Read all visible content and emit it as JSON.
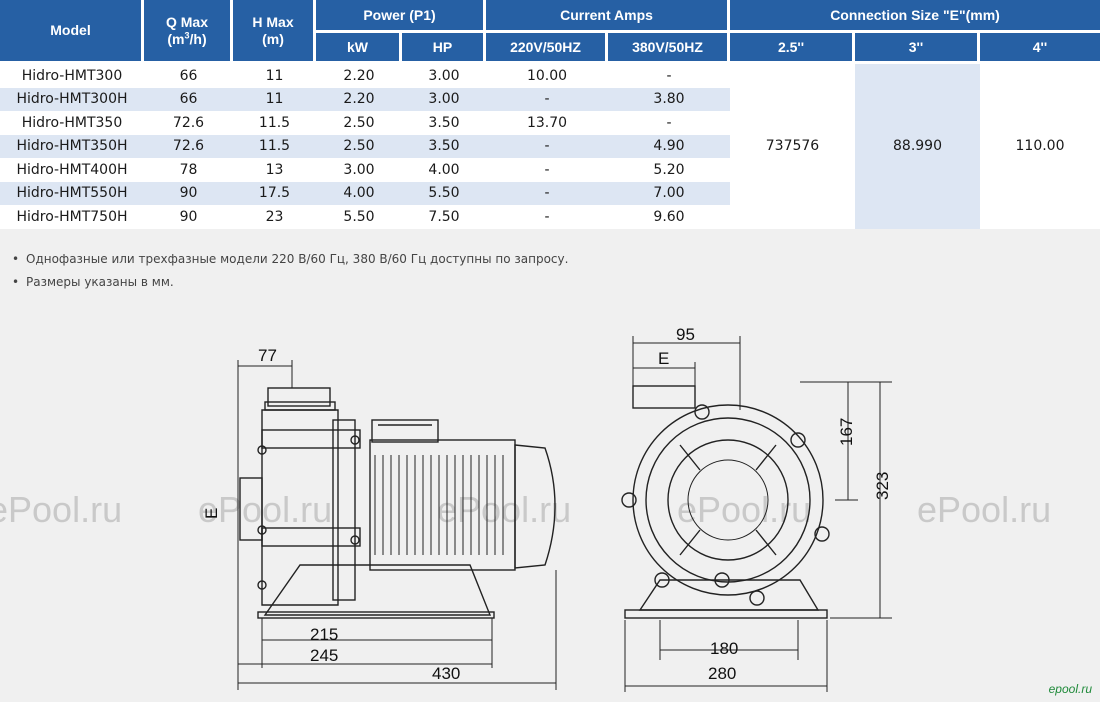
{
  "table": {
    "headers": {
      "model": "Model",
      "qmax": "Q Max",
      "qmax_unit_pre": "(m",
      "qmax_unit_sup": "3",
      "qmax_unit_post": "/h)",
      "hmax": "H Max",
      "hmax_unit": "(m)",
      "power": "Power (P1)",
      "kw": "kW",
      "hp": "HP",
      "amps": "Current Amps",
      "v220": "220V/50HZ",
      "v380": "380V/50HZ",
      "connection": "Connection Size \"E\"(mm)",
      "c25": "2.5''",
      "c3": "3''",
      "c4": "4''"
    },
    "rows": [
      {
        "model": "Hidro-HMT300",
        "q": "66",
        "h": "11",
        "kw": "2.20",
        "hp": "3.00",
        "a220": "10.00",
        "a380": "-"
      },
      {
        "model": "Hidro-HMT300H",
        "q": "66",
        "h": "11",
        "kw": "2.20",
        "hp": "3.00",
        "a220": "-",
        "a380": "3.80"
      },
      {
        "model": "Hidro-HMT350",
        "q": "72.6",
        "h": "11.5",
        "kw": "2.50",
        "hp": "3.50",
        "a220": "13.70",
        "a380": "-"
      },
      {
        "model": "Hidro-HMT350H",
        "q": "72.6",
        "h": "11.5",
        "kw": "2.50",
        "hp": "3.50",
        "a220": "-",
        "a380": "4.90"
      },
      {
        "model": "Hidro-HMT400H",
        "q": "78",
        "h": "13",
        "kw": "3.00",
        "hp": "4.00",
        "a220": "-",
        "a380": "5.20"
      },
      {
        "model": "Hidro-HMT550H",
        "q": "90",
        "h": "17.5",
        "kw": "4.00",
        "hp": "5.50",
        "a220": "-",
        "a380": "7.00"
      },
      {
        "model": "Hidro-HMT750H",
        "q": "90",
        "h": "23",
        "kw": "5.50",
        "hp": "7.50",
        "a220": "-",
        "a380": "9.60"
      }
    ],
    "connection_values": {
      "c25": "737576",
      "c3": "88.990",
      "c4": "110.00"
    }
  },
  "notes": [
    "Однофазные или трехфазные модели 220 В/60 Гц, 380 В/60 Гц доступны по запросу.",
    "Размеры указаны в мм."
  ],
  "bullet": "•",
  "drawing": {
    "side": {
      "d77": "77",
      "d215": "215",
      "d245": "245",
      "d430": "430",
      "e": "E"
    },
    "front": {
      "d95": "95",
      "e": "E",
      "d167": "167",
      "d323": "323",
      "d180": "180",
      "d280": "280"
    }
  },
  "watermark": "ePool.ru",
  "logo": "epool.ru",
  "colors": {
    "header_bg": "#2660a4",
    "stripe": "#dde6f3",
    "page_bg": "#f0f0f0"
  }
}
